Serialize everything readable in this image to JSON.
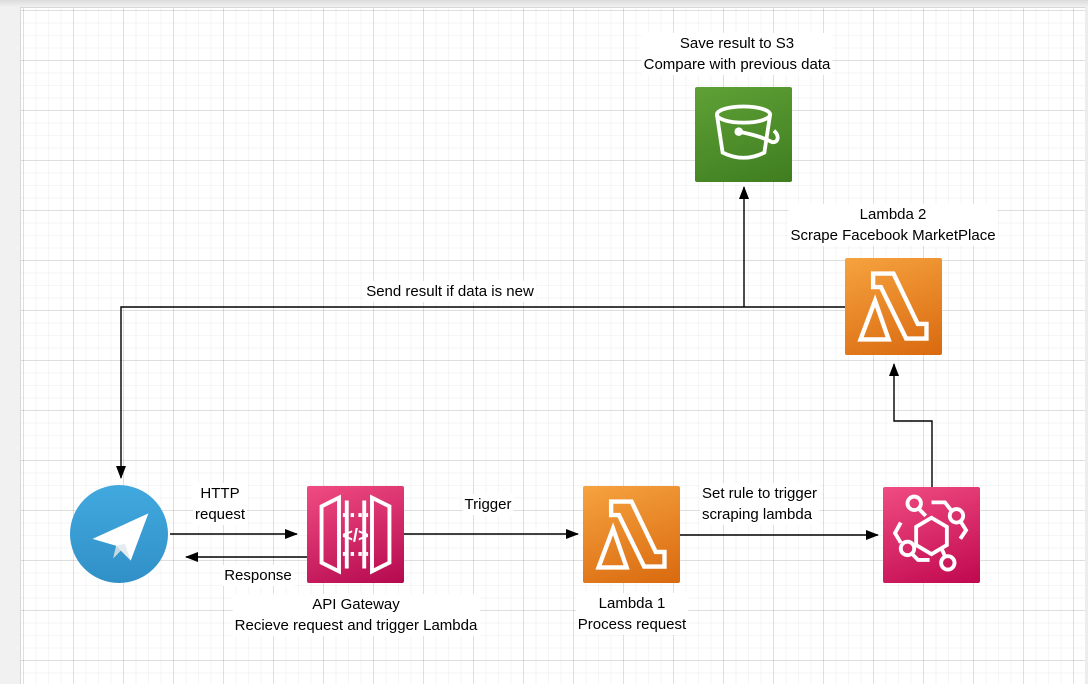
{
  "diagram": {
    "nodes": {
      "telegram": {
        "icon": "telegram-paper-plane"
      },
      "api_gateway": {
        "icon": "aws-api-gateway",
        "glyph_code": "</>",
        "caption": [
          "API Gateway",
          "Recieve request and trigger Lambda"
        ]
      },
      "lambda1": {
        "icon": "aws-lambda",
        "caption": [
          "Lambda 1",
          "Process request"
        ]
      },
      "eventbridge": {
        "icon": "aws-eventbridge-rule"
      },
      "lambda2": {
        "icon": "aws-lambda",
        "caption": [
          "Lambda 2",
          "Scrape Facebook MarketPlace"
        ]
      },
      "s3_bucket": {
        "icon": "aws-s3-bucket",
        "caption": [
          "Save result to S3",
          "Compare with previous data"
        ]
      }
    },
    "edge_labels": {
      "http_request": [
        "HTTP",
        "request"
      ],
      "response": "Response",
      "trigger": "Trigger",
      "set_rule": [
        "Set rule to trigger",
        "scraping lambda"
      ],
      "send_result": "Send result if data is new"
    },
    "colors": {
      "lambda_orange_top": "#F6A33F",
      "lambda_orange_bottom": "#D9690F",
      "pink_top": "#F04C82",
      "pink_bottom": "#B5094F",
      "s3_green_top": "#5FA136",
      "s3_green_bottom": "#3F7D20",
      "telegram_blue": "#3BA3DC",
      "edge_line": "#000000",
      "canvas_background": "#FFFFFF"
    }
  }
}
